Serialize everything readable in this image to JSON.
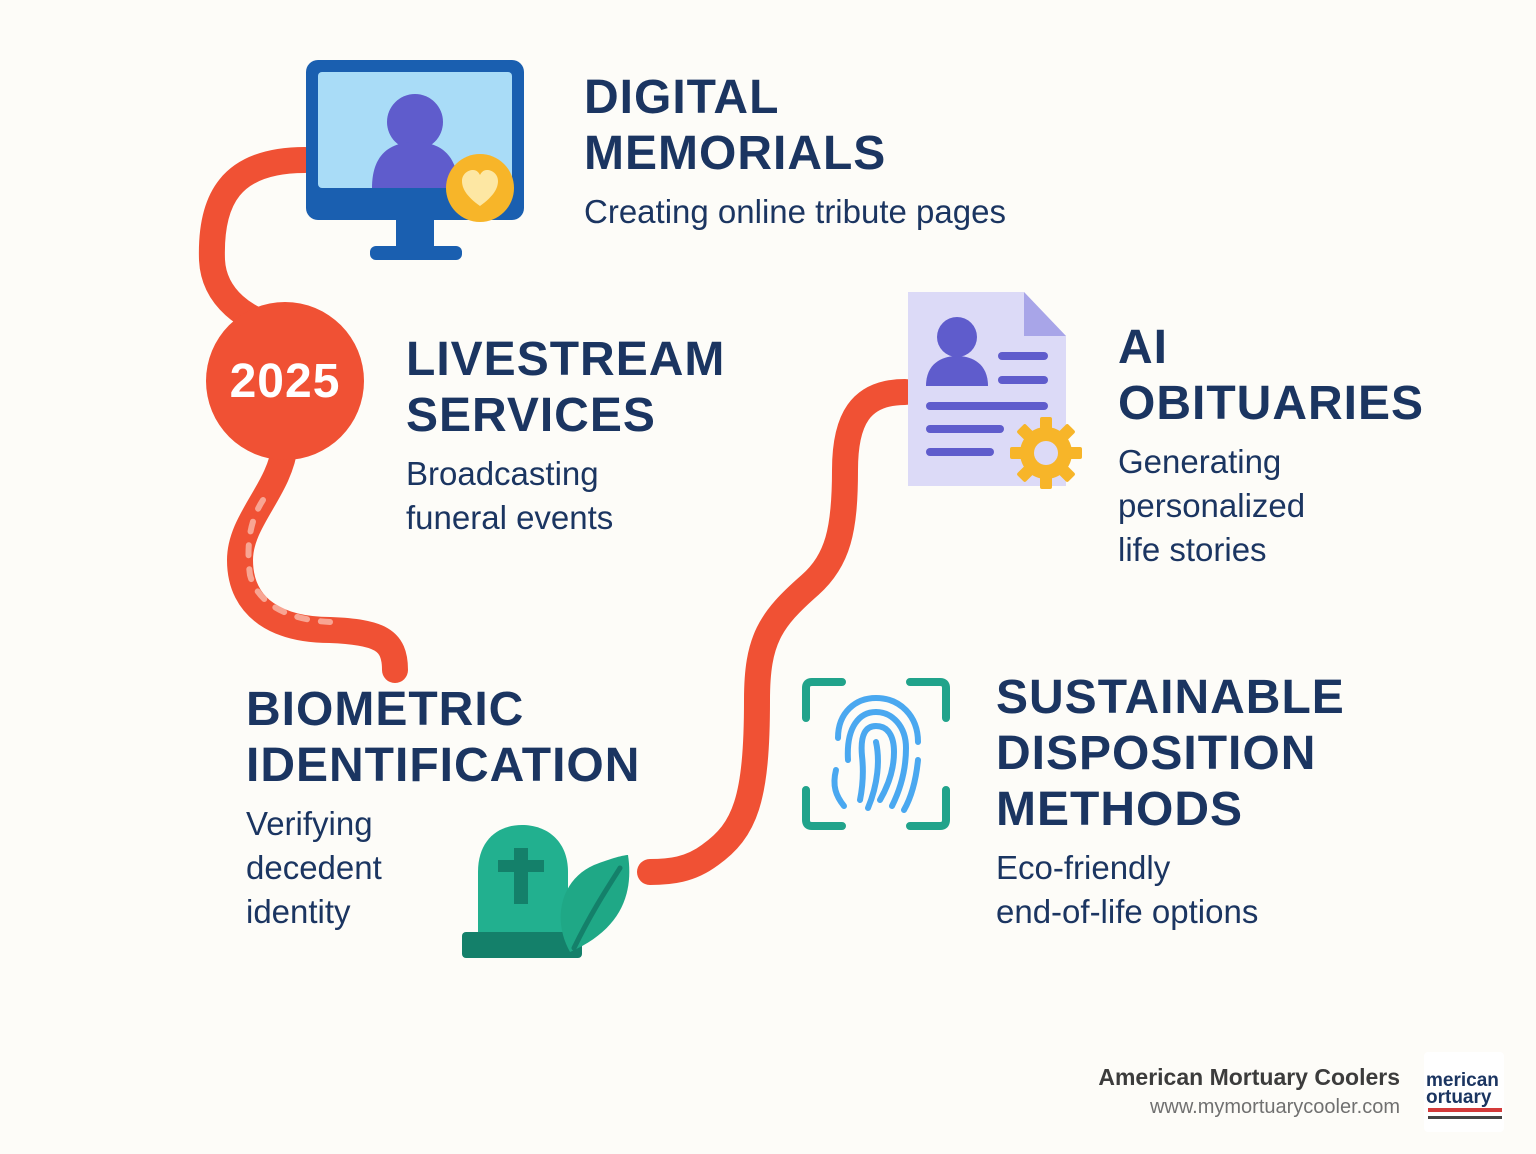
{
  "year_badge": "2025",
  "items": [
    {
      "title_lines": [
        "DIGITAL",
        "MEMORIALS"
      ],
      "desc_lines": [
        "Creating online tribute pages"
      ],
      "icon": "monitor-person-heart-icon"
    },
    {
      "title_lines": [
        "LIVESTREAM",
        "SERVICES"
      ],
      "desc_lines": [
        "Broadcasting",
        "funeral events"
      ],
      "icon": "none"
    },
    {
      "title_lines": [
        "AI",
        "OBITUARIES"
      ],
      "desc_lines": [
        "Generating",
        "personalized",
        "life stories"
      ],
      "icon": "document-gear-icon"
    },
    {
      "title_lines": [
        "BIOMETRIC",
        "IDENTIFICATION"
      ],
      "desc_lines": [
        "Verifying",
        "decedent",
        "identity"
      ],
      "icon": "gravestone-leaf-icon"
    },
    {
      "title_lines": [
        "SUSTAINABLE",
        "DISPOSITION",
        "METHODS"
      ],
      "desc_lines": [
        "Eco-friendly",
        "end-of-life options"
      ],
      "icon": "fingerprint-scan-icon"
    }
  ],
  "brand": {
    "name": "American Mortuary Coolers",
    "url": "www.mymortuarycooler.com",
    "logo_text": "American Mortuary",
    "logo_icon": "american-mortuary-logo"
  },
  "colors": {
    "path": "#f05134",
    "heading": "#1b3561",
    "monitor_blue": "#1a5fb0",
    "screen_blue": "#a9dcf7",
    "person_purple": "#5f5ccc",
    "heart_gold": "#f7b529",
    "doc_lavender": "#dcdaf7",
    "grave_green": "#1fa886",
    "fingerprint_blue": "#4aa8f0",
    "scan_teal": "#21a38b"
  }
}
